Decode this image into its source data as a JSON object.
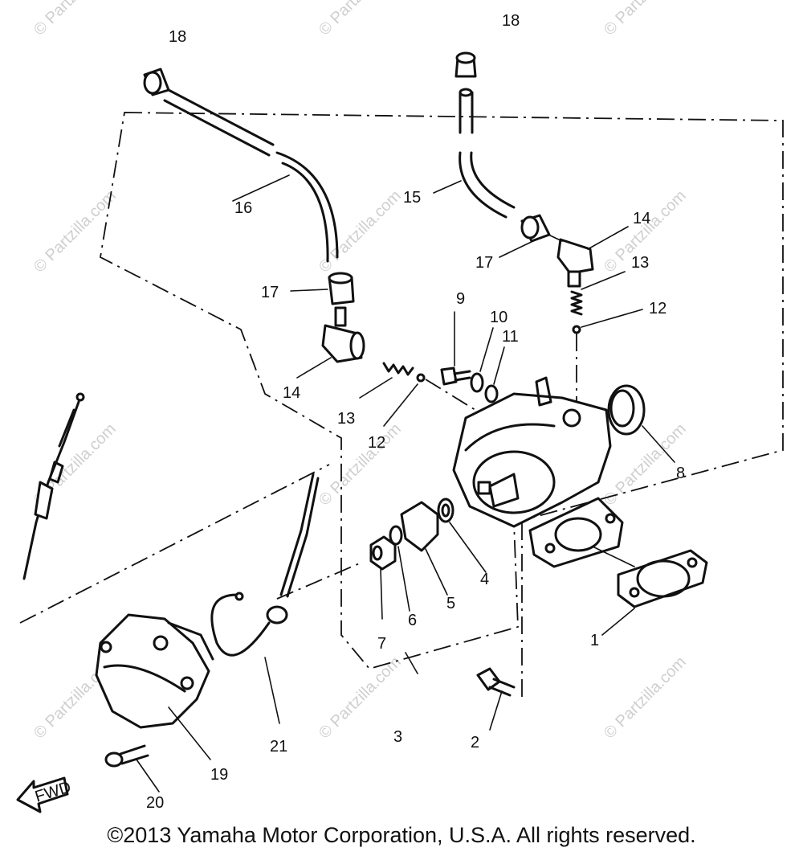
{
  "watermark": "© Partzilla.com",
  "copyright": "©2013 Yamaha Motor Corporation, U.S.A. All rights reserved.",
  "fwd_label": "FWD",
  "callouts": {
    "c1": "1",
    "c2": "2",
    "c3": "3",
    "c4": "4",
    "c5": "5",
    "c6": "6",
    "c7": "7",
    "c8": "8",
    "c9": "9",
    "c10": "10",
    "c11": "11",
    "c12a": "12",
    "c12b": "12",
    "c13a": "13",
    "c13b": "13",
    "c14a": "14",
    "c14b": "14",
    "c15": "15",
    "c16": "16",
    "c17a": "17",
    "c17b": "17",
    "c18a": "18",
    "c18b": "18",
    "c19": "19",
    "c20": "20",
    "c21": "21"
  }
}
